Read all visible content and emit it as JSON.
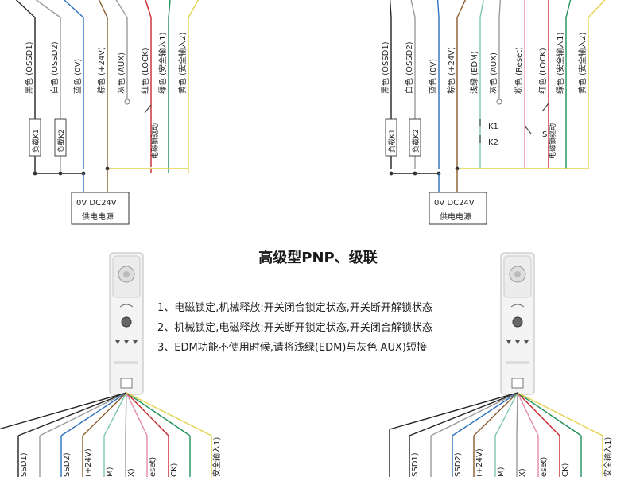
{
  "title": "高级型PNP、级联",
  "notes": [
    "1、电磁锁定,机械释放:开关闭合锁定状态,开关断开解锁状态",
    "2、机械锁定,电磁释放:开关断开锁定状态,开关闭合解锁状态",
    "3、EDM功能不使用时候,请将浅绿(EDM)与灰色 AUX)短接"
  ],
  "colors": {
    "black": "#222222",
    "white": "#9a9a9a",
    "blue": "#2a6fb8",
    "brown": "#8a5a2b",
    "lightgreen": "#7ec8a8",
    "gray": "#9a9a9a",
    "pink": "#e58aa8",
    "red": "#c8282e",
    "green": "#1f8f5a",
    "yellow": "#e3d24a"
  },
  "left_diagram": {
    "wires": [
      {
        "label": "黑色 (OSSD1)",
        "color": "black"
      },
      {
        "label": "白色 (OSSD2)",
        "color": "white"
      },
      {
        "label": "蓝色 (0V)",
        "color": "blue"
      },
      {
        "label": "棕色 (+24V)",
        "color": "brown"
      },
      {
        "label": "灰色 (AUX)",
        "color": "gray"
      },
      {
        "label": "红色 (LOCK)",
        "color": "red"
      },
      {
        "label": "绿色 (安全输入1)",
        "color": "green"
      },
      {
        "label": "黄色 (安全输入2)",
        "color": "yellow"
      }
    ],
    "loads": [
      "负载K1",
      "负载K2"
    ],
    "lock_device": "电磁锁驱动",
    "power": {
      "line1": "0V  DC24V",
      "line2": "供电电源"
    }
  },
  "right_diagram": {
    "wires": [
      {
        "label": "黑色 (OSSD1)",
        "color": "black"
      },
      {
        "label": "白色 (OSSD2)",
        "color": "white"
      },
      {
        "label": "蓝色 (0V)",
        "color": "blue"
      },
      {
        "label": "棕色 (+24V)",
        "color": "brown"
      },
      {
        "label": "浅绿 (EDM)",
        "color": "lightgreen"
      },
      {
        "label": "灰色 (AUX)",
        "color": "gray"
      },
      {
        "label": "粉色 (Reset)",
        "color": "pink"
      },
      {
        "label": "红色 (LOCK)",
        "color": "red"
      },
      {
        "label": "绿色 (安全输入1)",
        "color": "green"
      },
      {
        "label": "黄色 (安全输入2)",
        "color": "yellow"
      }
    ],
    "loads": [
      "负载K1",
      "负载K2"
    ],
    "contacts": [
      "K1",
      "K2"
    ],
    "switch": "S",
    "lock_device": "电磁锁驱动",
    "power": {
      "line1": "0V  DC24V",
      "line2": "供电电源"
    }
  },
  "bottom_left": {
    "labels": [
      "SSD1)",
      "SSD2)",
      "(+24V)",
      "M)",
      "X)",
      "eset)",
      "CK)",
      "安全输入1)"
    ]
  },
  "bottom_right": {
    "labels": [
      "SSD1)",
      "SSD2)",
      "(+24V)",
      "M)",
      "X)",
      "eset)",
      "CK)",
      "安全输入1)"
    ]
  }
}
